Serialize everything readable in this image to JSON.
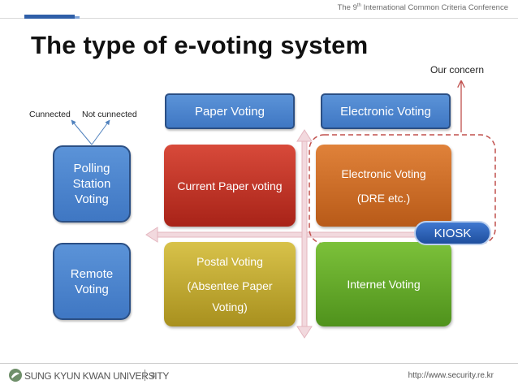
{
  "header": {
    "conference_prefix": "The 9",
    "conference_sup": "th",
    "conference_suffix": " International Common Criteria Conference"
  },
  "title": "The type of e-voting system",
  "concern_label": "Our concern",
  "connection_labels": {
    "connected": "Cunnected",
    "not_connected": "Not cunnected"
  },
  "column_headers": {
    "paper": "Paper Voting",
    "electronic": "Electronic Voting"
  },
  "row_headers": {
    "polling": [
      "Polling",
      "Station",
      "Voting"
    ],
    "remote": [
      "Remote",
      "Voting"
    ]
  },
  "quadrants": {
    "current_paper": "Current Paper voting",
    "electronic_voting": [
      "Electronic Voting",
      "(DRE etc.)"
    ],
    "postal_voting": [
      "Postal Voting",
      "(Absentee Paper",
      "Voting)"
    ],
    "internet_voting": "Internet Voting"
  },
  "kiosk_label": "KIOSK",
  "footer": {
    "university": "SUNG KYUN KWAN UNIVERSITY",
    "page_number": "3",
    "url": "http://www.security.re.kr"
  },
  "colors": {
    "blue": "#4a82cc",
    "red": "#c23426",
    "orange": "#cc6d26",
    "yellow": "#c0aa32",
    "green": "#66aa2a",
    "concern_dash": "#c0504d"
  }
}
